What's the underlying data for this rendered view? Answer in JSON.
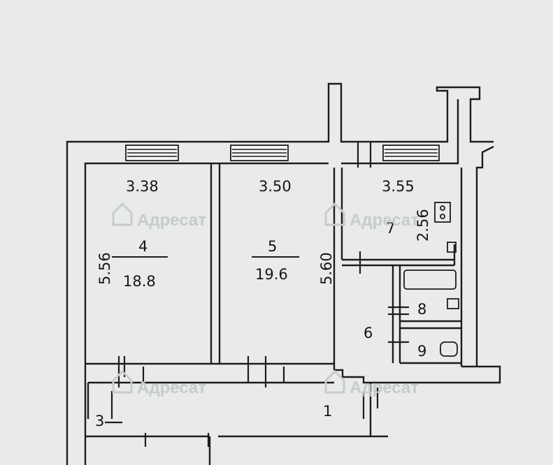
{
  "plan": {
    "dimensions": {
      "room4_width": "3.38",
      "room5_width": "3.50",
      "room7_width": "3.55",
      "room4_length": "5.56",
      "room5_length": "5.60",
      "room7_length": "2.56"
    },
    "rooms": {
      "room4_number": "4",
      "room4_area": "18.8",
      "room5_number": "5",
      "room5_area": "19.6",
      "room7_number": "7",
      "room6_number": "6",
      "room8_number": "8",
      "room9_number": "9",
      "room1_number": "1",
      "room3_number": "3"
    },
    "watermark": {
      "brand": "Адресат"
    }
  }
}
